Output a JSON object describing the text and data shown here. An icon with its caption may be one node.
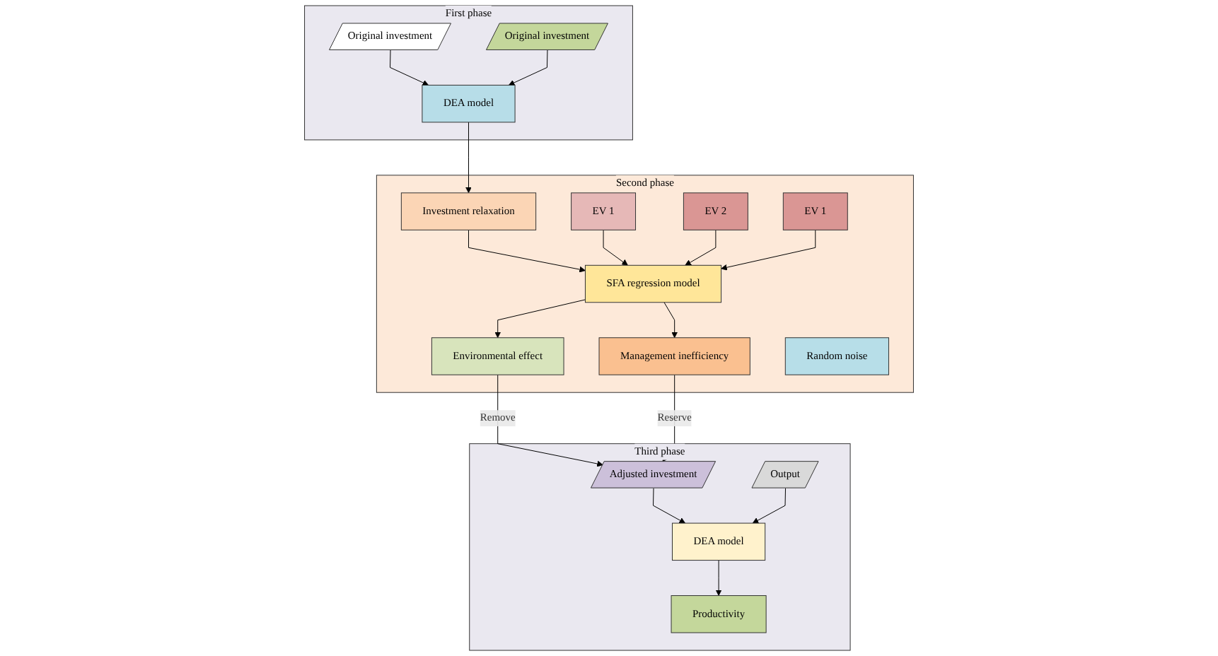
{
  "diagram": {
    "nodes": [
      {
        "text": [
          "First phase"
        ]
      },
      {
        "text": [
          "Original investment"
        ],
        "in": 0
      },
      {
        "text": [
          "DEA model"
        ],
        "in": 0
      },
      {
        "text": [
          "Original investment"
        ],
        "in": 0
      },
      {
        "text": [
          "Second phase"
        ]
      },
      {
        "text": [
          "Investment relaxation"
        ],
        "in": 4
      },
      {
        "text": [
          "EV 1"
        ],
        "in": 4
      },
      {
        "text": [
          "SFA regression model"
        ],
        "in": 4
      },
      {
        "text": [
          "EV 2"
        ],
        "in": 4
      },
      {
        "text": [
          "EV 1"
        ],
        "in": 4
      },
      {
        "text": [
          "Environmental effect"
        ],
        "in": 4
      },
      {
        "text": [
          "Management inefficiency"
        ],
        "in": 4
      },
      {
        "text": [
          "Random noise"
        ],
        "in": 4
      },
      {
        "text": [
          "Third phase"
        ]
      },
      {
        "text": [
          "Adjusted investment"
        ],
        "in": 13
      },
      {
        "text": [
          "DEA model"
        ],
        "in": 13
      },
      {
        "text": [
          "Output"
        ],
        "in": 13
      },
      {
        "text": [
          "Productivity"
        ],
        "in": 13
      }
    ],
    "edges": [
      {
        "from": 1,
        "to": 2,
        "arrow": "to"
      },
      {
        "from": 3,
        "to": 2,
        "arrow": "to"
      },
      {
        "from": 2,
        "to": 5,
        "arrow": "to"
      },
      {
        "from": 5,
        "to": 7,
        "arrow": "to"
      },
      {
        "from": 6,
        "to": 7,
        "arrow": "to"
      },
      {
        "from": 8,
        "to": 7,
        "arrow": "to"
      },
      {
        "from": 9,
        "to": 7,
        "arrow": "to"
      },
      {
        "from": 7,
        "to": 10,
        "arrow": "to"
      },
      {
        "from": 7,
        "to": 11,
        "arrow": "to"
      },
      {
        "from": 10,
        "to": 14,
        "label": "Remove",
        "arrow": "to"
      },
      {
        "from": 11,
        "to": 14,
        "label": "Reserve",
        "arrow": "to"
      },
      {
        "from": 14,
        "to": 15,
        "arrow": "to"
      },
      {
        "from": 16,
        "to": 15,
        "arrow": "to"
      },
      {
        "from": 15,
        "to": 17,
        "arrow": "to"
      }
    ]
  }
}
